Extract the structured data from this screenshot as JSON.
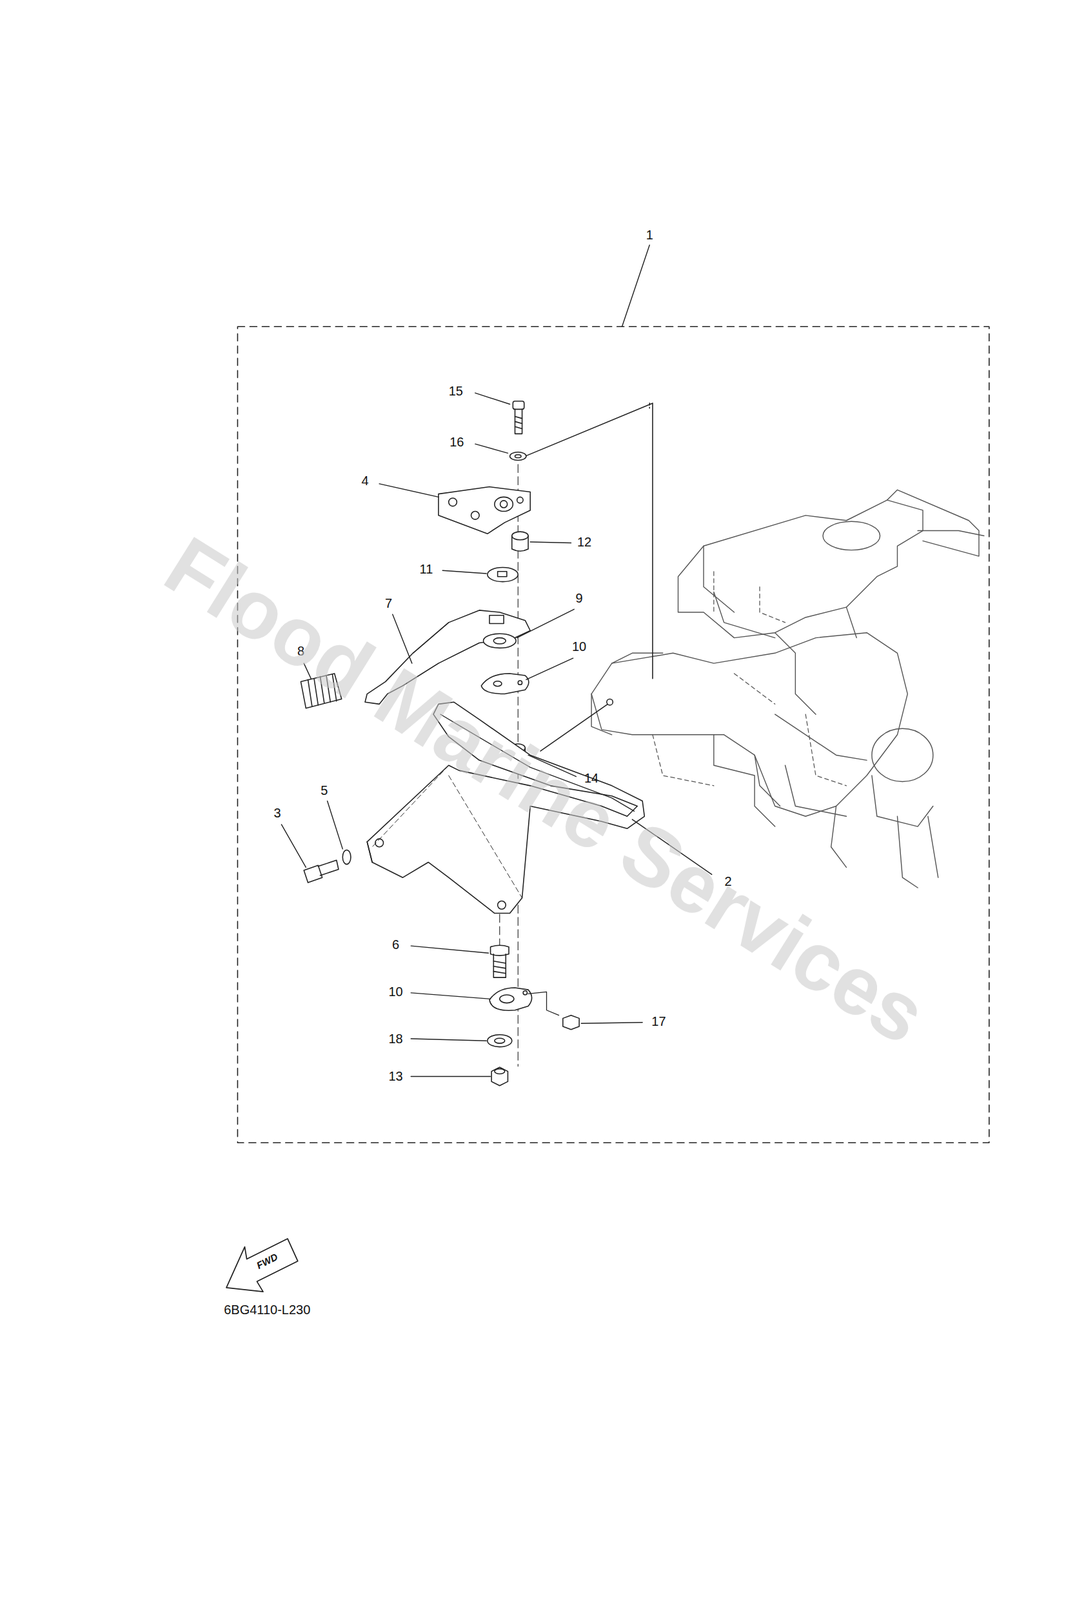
{
  "diagram": {
    "labels": [
      "1",
      "15",
      "16",
      "4",
      "12",
      "11",
      "7",
      "9",
      "8",
      "10",
      "14",
      "5",
      "3",
      "2",
      "6",
      "10",
      "17",
      "18",
      "13",
      "FWD",
      "6BG4110-L230",
      "Flood Marine Services"
    ]
  }
}
